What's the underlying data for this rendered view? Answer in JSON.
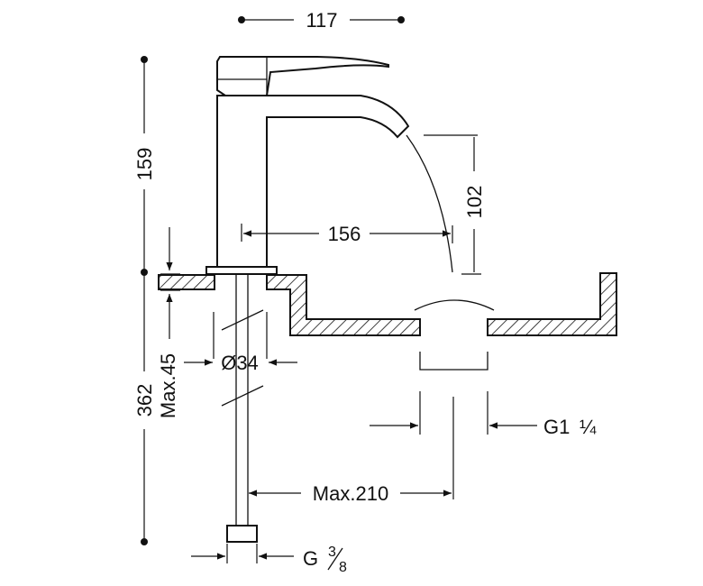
{
  "dimensions": {
    "width_117": "117",
    "height_159": "159",
    "height_102": "102",
    "reach_156": "156",
    "total_362": "362",
    "deck_max45": "Max.45",
    "hole_d34": "Ø34",
    "hose_max210": "Max.210",
    "drain_g1": "G1",
    "drain_quarter": "¼",
    "inlet_g": "G",
    "inlet_num": "3",
    "inlet_den": "8"
  }
}
